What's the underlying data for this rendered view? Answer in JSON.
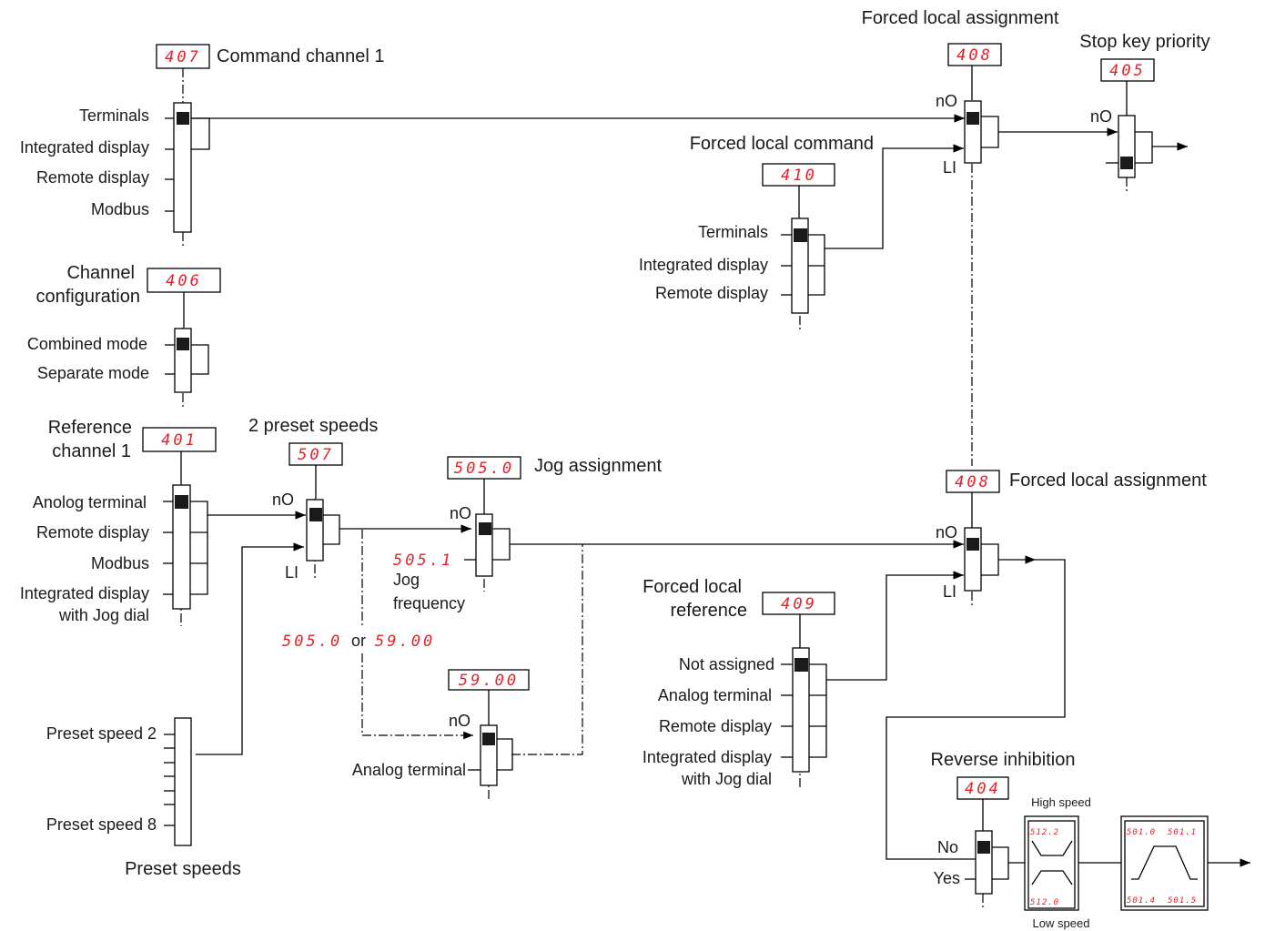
{
  "codes": {
    "cmd_channel_1": "407",
    "channel_config": "406",
    "ref_channel_1": "401",
    "preset_2": "507",
    "jog_assign": "505.0",
    "jog_freq": "505.1",
    "jog_or_a": "505.0",
    "jog_or_b": "59.00",
    "analog_preset": "59.00",
    "forced_local_assign_top": "408",
    "stop_key": "405",
    "forced_local_cmd": "410",
    "forced_local_assign_mid": "408",
    "forced_local_ref": "409",
    "reverse_inhib": "404",
    "ramp_high": "512.2",
    "ramp_low": "512.0",
    "ramp_a": "501.0",
    "ramp_b": "501.1",
    "ramp_c": "501.4",
    "ramp_d": "501.5"
  },
  "labels": {
    "command_channel_1": "Command channel 1",
    "terminals": "Terminals",
    "integrated_display": "Integrated display",
    "remote_display": "Remote display",
    "modbus": "Modbus",
    "channel_configuration_1": "Channel",
    "channel_configuration_2": "configuration",
    "combined_mode": "Combined mode",
    "separate_mode": "Separate mode",
    "reference_channel_1a": "Reference",
    "reference_channel_1b": "channel 1",
    "anolog_terminal": "Anolog terminal",
    "integrated_display_jog_1": "Integrated display",
    "integrated_display_jog_2": "with Jog dial",
    "two_preset_speeds": "2 preset speeds",
    "no": "nO",
    "li": "LI",
    "jog_assignment": "Jog assignment",
    "jog_frequency_1": "Jog",
    "jog_frequency_2": "frequency",
    "or": "or",
    "analog_terminal": "Analog terminal",
    "preset_speed_2": "Preset speed 2",
    "preset_speed_8": "Preset speed 8",
    "preset_speeds": "Preset speeds",
    "forced_local_assignment": "Forced local assignment",
    "stop_key_priority": "Stop key priority",
    "forced_local_command": "Forced local command",
    "forced_local_reference_1": "Forced local",
    "forced_local_reference_2": "reference",
    "not_assigned": "Not assigned",
    "reverse_inhibition": "Reverse inhibition",
    "no_word": "No",
    "yes_word": "Yes",
    "high_speed": "High speed",
    "low_speed": "Low speed"
  },
  "colors": {
    "code_red": "#e5202a",
    "line": "#000000"
  }
}
